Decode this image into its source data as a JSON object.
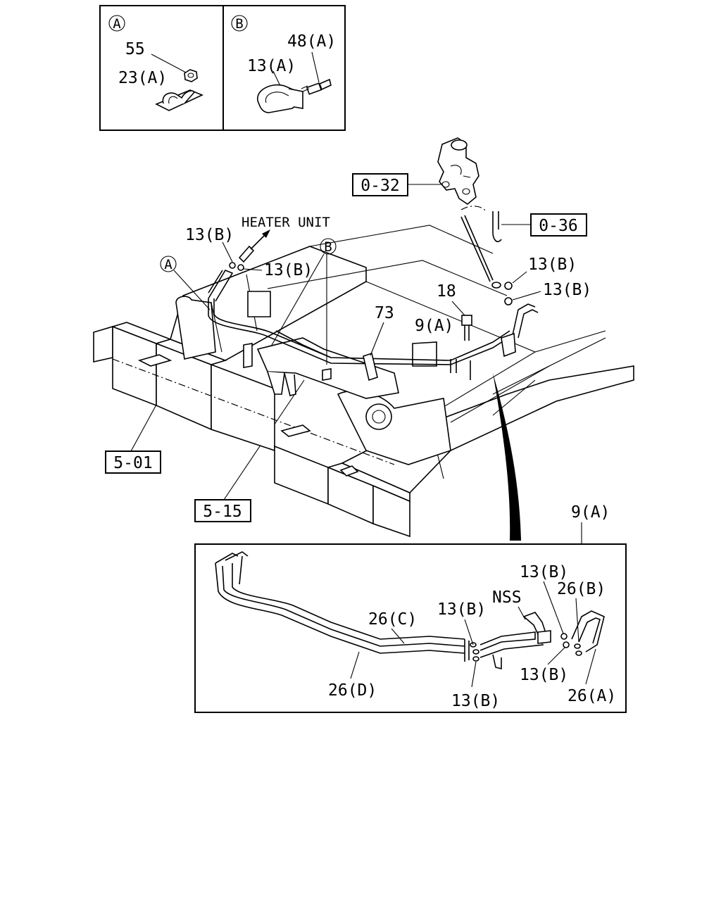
{
  "detail_a": {
    "marker": "A",
    "labels": [
      "55",
      "23(A)"
    ]
  },
  "detail_b": {
    "marker": "B",
    "labels": [
      "48(A)",
      "13(A)"
    ]
  },
  "refs": {
    "r032": "0-32",
    "r036": "0-36",
    "r501": "5-01",
    "r515": "5-15"
  },
  "main": {
    "heater_unit": "HEATER UNIT",
    "markers": {
      "a": "A",
      "b": "B"
    },
    "labels": {
      "c13b_top_left": "13(B)",
      "c13b_mid_left": "13(B)",
      "c13b_top_right1": "13(B)",
      "c13b_top_right2": "13(B)",
      "bolt18": "18",
      "p73": "73",
      "p9a": "9(A)"
    }
  },
  "inset": {
    "title": "9(A)",
    "labels": {
      "p26c": "26(C)",
      "p26d": "26(D)",
      "p13b_a": "13(B)",
      "p13b_b": "13(B)",
      "nss": "NSS",
      "p13b_c": "13(B)",
      "p26b": "26(B)",
      "p13b_d": "13(B)",
      "p26a": "26(A)"
    }
  }
}
